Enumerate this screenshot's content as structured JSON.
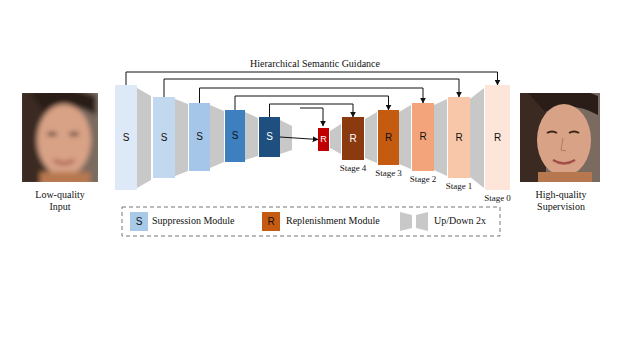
{
  "diagram": {
    "title": "Hierarchical Semantic Guidance",
    "nodes": [
      {
        "text": [
          "S"
        ]
      },
      {
        "text": [
          "S"
        ]
      },
      {
        "text": [
          "S"
        ]
      },
      {
        "text": [
          "S"
        ]
      },
      {
        "text": [
          "S"
        ]
      },
      {
        "text": [
          "R"
        ]
      },
      {
        "text": [
          "R",
          "Stage 4"
        ]
      },
      {
        "text": [
          "R",
          "Stage 3"
        ]
      },
      {
        "text": [
          "R",
          "Stage 2"
        ]
      },
      {
        "text": [
          "R",
          "Stage 1"
        ]
      },
      {
        "text": [
          "R",
          "Stage 0"
        ]
      }
    ],
    "edges": [
      {
        "from": 0,
        "to": 10,
        "arrow": "to"
      },
      {
        "from": 1,
        "to": 9,
        "arrow": "to"
      },
      {
        "from": 2,
        "to": 8,
        "arrow": "to"
      },
      {
        "from": 3,
        "to": 7,
        "arrow": "to"
      },
      {
        "from": 4,
        "to": 6,
        "arrow": "to"
      },
      {
        "from": 4,
        "to": 5,
        "arrow": "to"
      }
    ],
    "labels": [
      "Low-quality Input",
      "High-quality Supervision",
      "S",
      "R"
    ],
    "legend": [
      {
        "text": "Suppression Module",
        "color": "#a9c9e8"
      },
      {
        "text": "Replenishment Module",
        "color": "#c55a11"
      },
      {
        "text": "Up/Down 2x"
      }
    ]
  }
}
